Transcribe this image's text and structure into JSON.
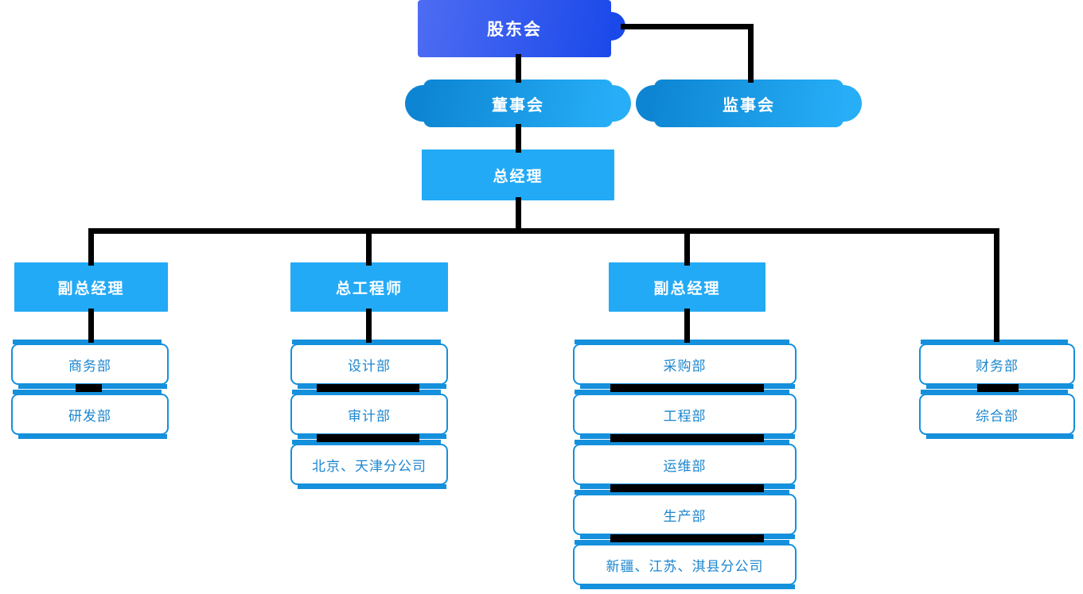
{
  "palette": {
    "l1_gradient_start": "#4e6cf3",
    "l1_gradient_end": "#1b49e9",
    "l2_gradient_start": "#0d85d2",
    "l2_gradient_end": "#27aef7",
    "solid_box_blue": "#23aaf6",
    "dept_border_blue": "#1590dc",
    "dept_text_blue": "#1b85cf",
    "connector_black": "#000000"
  },
  "nodes": {
    "shareholders": "股东会",
    "board": "董事会",
    "supervisors": "监事会",
    "general_manager": "总经理",
    "deputy_gm_left": "副总经理",
    "chief_engineer": "总工程师",
    "deputy_gm_right": "副总经理"
  },
  "columns": {
    "col1": [
      "商务部",
      "研发部"
    ],
    "col2": [
      "设计部",
      "审计部",
      "北京、天津分公司"
    ],
    "col3": [
      "采购部",
      "工程部",
      "运维部",
      "生产部",
      "新疆、江苏、淇县分公司"
    ],
    "col4": [
      "财务部",
      "综合部"
    ]
  }
}
